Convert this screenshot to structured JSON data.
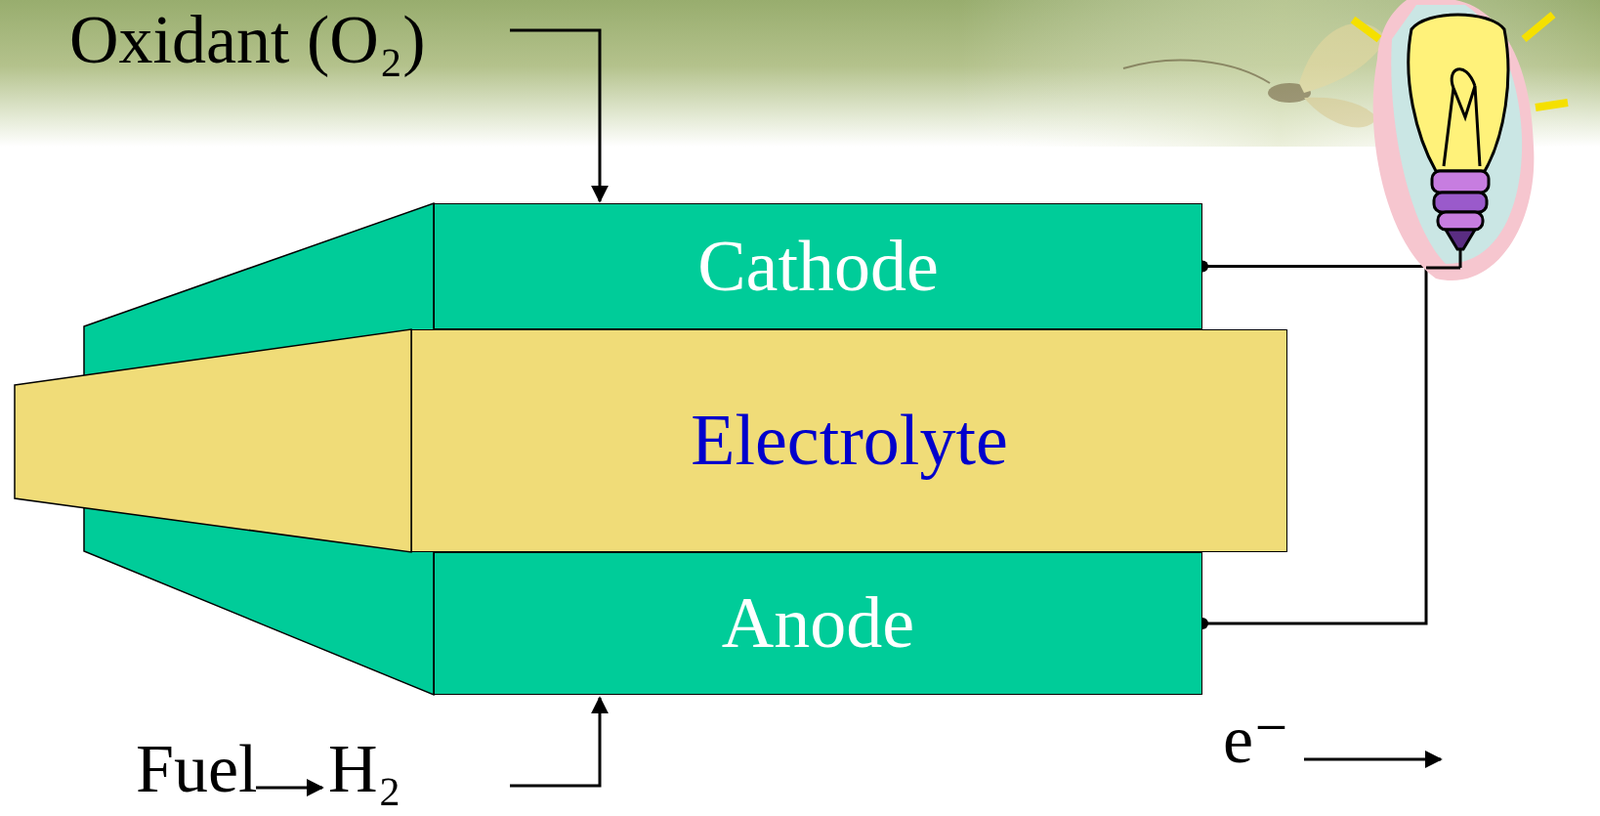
{
  "diagram": {
    "nodes": [
      {
        "text": [
          "Cathode"
        ]
      },
      {
        "text": [
          "Electrolyte"
        ]
      },
      {
        "text": [
          "Anode"
        ]
      }
    ],
    "edges": [
      {
        "from": 0,
        "to": 2,
        "arrow": "none"
      }
    ],
    "labels": [
      "Oxidant (O₂)",
      "Fuel",
      "H₂",
      "e⁻"
    ]
  }
}
